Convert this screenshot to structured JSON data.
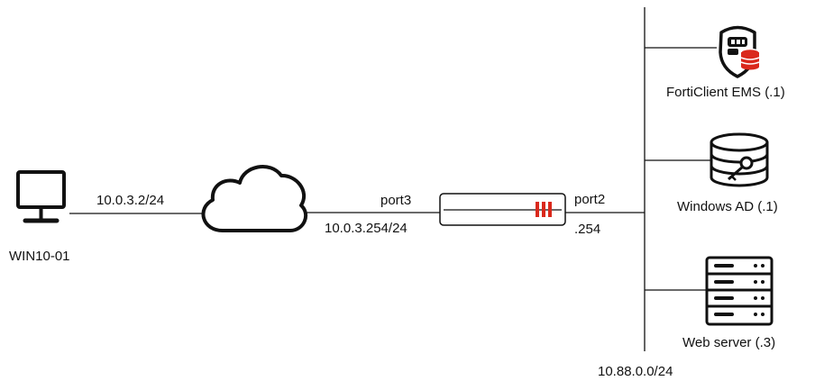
{
  "nodes": {
    "pc": {
      "label": "WIN10-01"
    },
    "ems": {
      "label": "FortiClient EMS (.1)"
    },
    "ad": {
      "label": "Windows AD (.1)"
    },
    "web": {
      "label": "Web server (.3)"
    }
  },
  "links": {
    "pc_ip": "10.0.3.2/24",
    "fw_port3": "port3",
    "fw_port3_ip": "10.0.3.254/24",
    "fw_port2": "port2",
    "fw_port2_ip": ".254",
    "subnet": "10.88.0.0/24"
  },
  "colors": {
    "line": "#111111",
    "accent": "#da291c"
  },
  "icons": {
    "pc": "desktop-computer-icon",
    "cloud": "cloud-icon",
    "firewall": "fortigate-firewall-icon",
    "ems": "forticlient-ems-shield-database-icon",
    "ad": "active-directory-database-key-icon",
    "web": "server-rack-icon"
  }
}
